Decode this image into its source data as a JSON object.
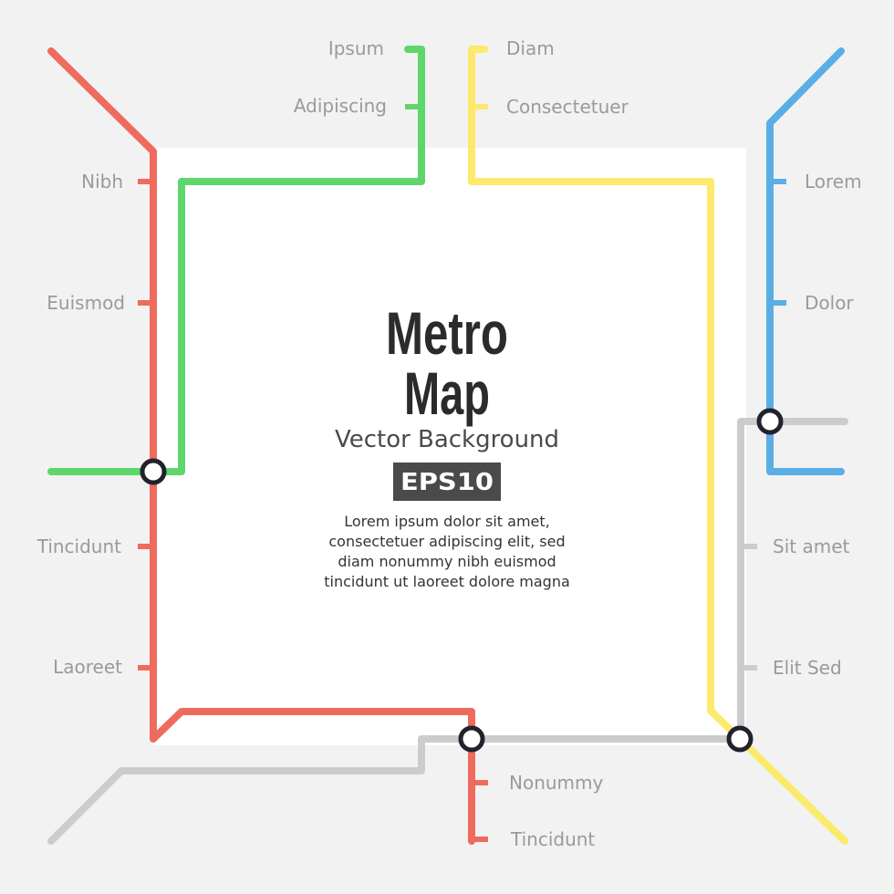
{
  "title_line1": "Metro",
  "title_line2": "Map",
  "subtitle": "Vector Background",
  "badge": "EPS10",
  "body_lines": [
    "Lorem ipsum dolor sit amet,",
    "consectetuer adipiscing elit, sed",
    "diam nonummy nibh euismod",
    "tincidunt ut laoreet dolore magna"
  ],
  "colors": {
    "background": "#f2f2f2",
    "panel": "#ffffff",
    "red_line": "#ee6b5e",
    "green_line": "#5ed66b",
    "yellow_line": "#fbea6b",
    "blue_line": "#5aaee6",
    "gray_line": "#cccccc",
    "interchange_stroke": "#22222e",
    "label": "#9a9a9a",
    "badge_bg": "#4a4a4a"
  },
  "stations": {
    "ipsum": "Ipsum",
    "adipiscing": "Adipiscing",
    "diam": "Diam",
    "consectetuer": "Consectetuer",
    "nibh": "Nibh",
    "euismod": "Euismod",
    "lorem": "Lorem",
    "dolor": "Dolor",
    "tincidunt_left": "Tincidunt",
    "laoreet": "Laoreet",
    "sit_amet": "Sit amet",
    "elit_sed": "Elit Sed",
    "nonummy": "Nonummy",
    "tincidunt_bottom": "Tincidunt"
  }
}
